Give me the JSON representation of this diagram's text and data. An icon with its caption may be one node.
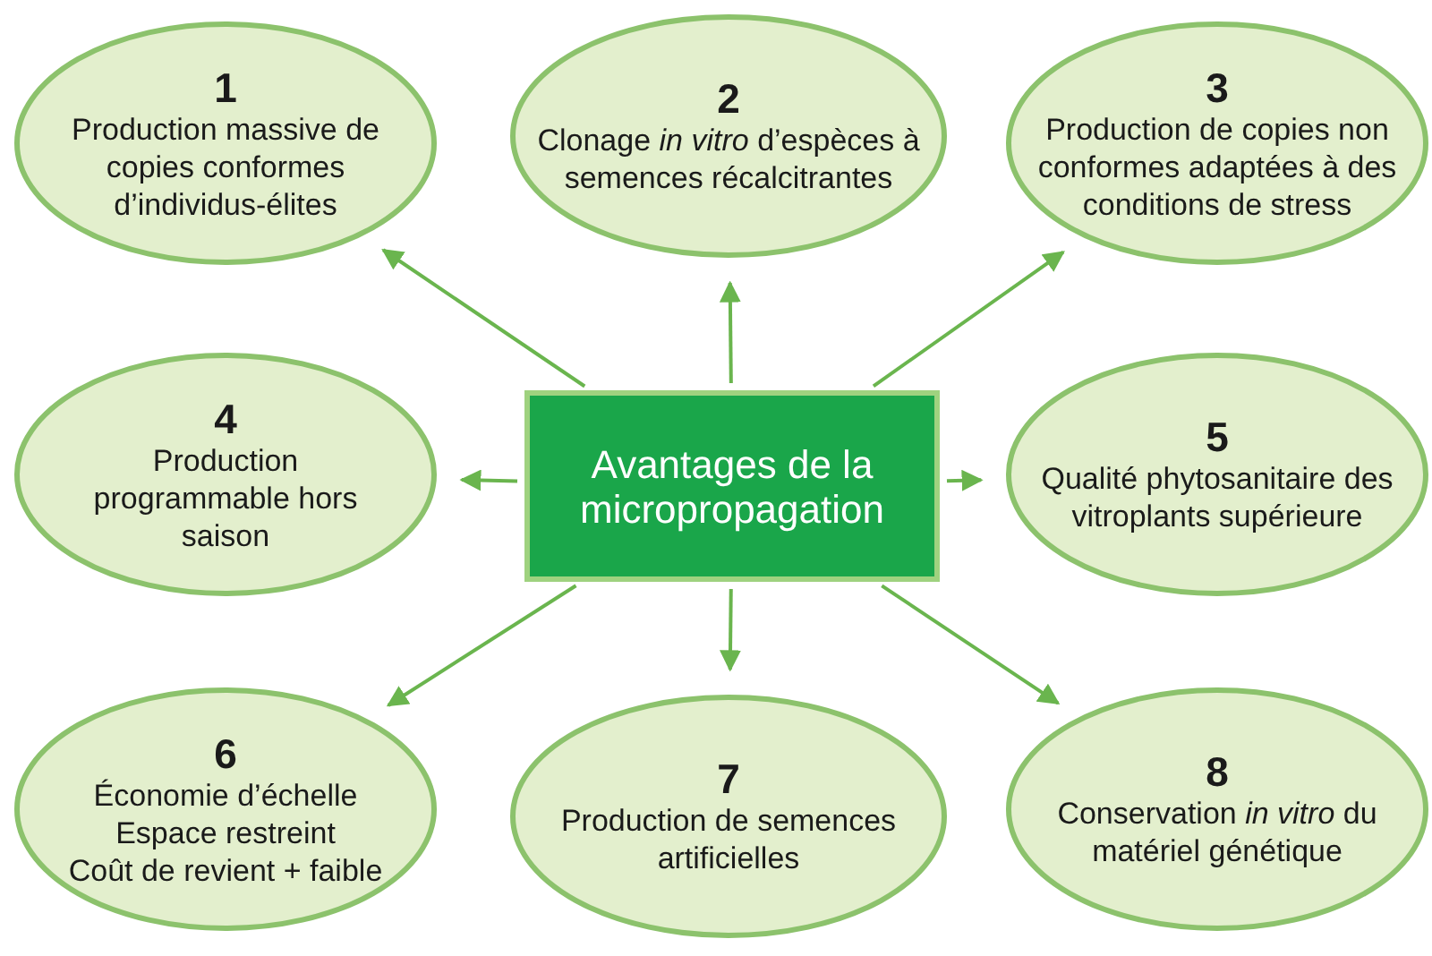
{
  "diagram": {
    "nodes": [
      {
        "text": [
          "1",
          "Production massive de copies conformes d’individus-élites"
        ]
      },
      {
        "text": [
          "2",
          "Clonage *in vitro* d’espèces à semences récalcitrantes"
        ]
      },
      {
        "text": [
          "3",
          "Production de copies non conformes adaptées à des conditions de stress"
        ]
      },
      {
        "text": [
          "4",
          "Production programmable hors saison"
        ]
      },
      {
        "text": [
          "Avantages de la micropropagation"
        ]
      },
      {
        "text": [
          "5",
          "Qualité phytosanitaire des vitroplants supérieure"
        ]
      },
      {
        "text": [
          "6",
          "Économie d’échelle",
          "Espace restreint",
          "Coût de revient + faible"
        ]
      },
      {
        "text": [
          "7",
          "Production de semences artificielles"
        ]
      },
      {
        "text": [
          "8",
          "Conservation *in vitro* du matériel génétique"
        ]
      }
    ],
    "edges": [
      {
        "from": 4,
        "to": 0,
        "arrow": "to"
      },
      {
        "from": 4,
        "to": 1,
        "arrow": "to"
      },
      {
        "from": 4,
        "to": 2,
        "arrow": "to"
      },
      {
        "from": 4,
        "to": 3,
        "arrow": "to"
      },
      {
        "from": 4,
        "to": 5,
        "arrow": "to"
      },
      {
        "from": 4,
        "to": 6,
        "arrow": "to"
      },
      {
        "from": 4,
        "to": 7,
        "arrow": "to"
      },
      {
        "from": 4,
        "to": 8,
        "arrow": "to"
      }
    ]
  }
}
